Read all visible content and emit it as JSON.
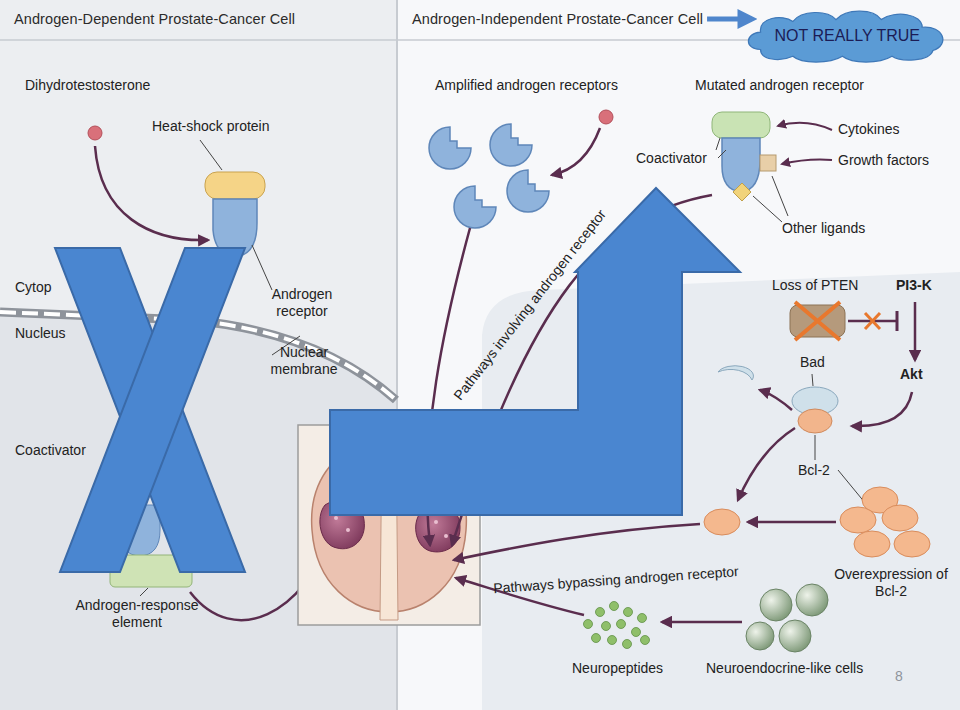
{
  "diagram": {
    "nodes": [
      {
        "text": [
          "Androgen-Dependent Prostate-Cancer Cell"
        ]
      },
      {
        "text": [
          "Androgen-Independent Prostate-Cancer Cell"
        ]
      },
      {
        "text": [
          "NOT REALLY TRUE"
        ],
        "in": 1
      }
    ],
    "labels": [
      "Dihydrotestosterone",
      "Heat-shock protein",
      "Androgen receptor",
      "Cytop",
      "Nuclear membrane",
      "Nucleus",
      "Coactivator",
      "Androgen-response element",
      "Amplified androgen receptors",
      "Mutated androgen receptor",
      "Coactivator",
      "Cytokines",
      "Growth factors",
      "Other ligands",
      "Pathways involving androgen receptor",
      "Loss of PTEN",
      "PI3-K",
      "Bad",
      "Akt",
      "Bcl-2",
      "Overexpression of Bcl-2",
      "Pathways bypassing androgen receptor",
      "Neuropeptides",
      "Neuroendocrine-like cells",
      "8"
    ]
  }
}
